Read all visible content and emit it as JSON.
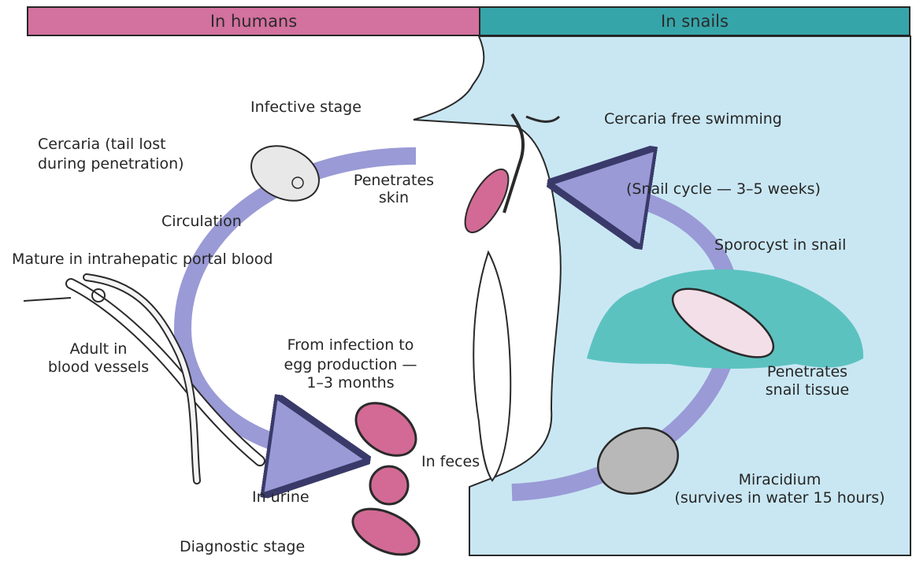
{
  "headers": {
    "humans": "In humans",
    "snails": "In snails"
  },
  "colors": {
    "humans_header": "#d3719f",
    "snails_header": "#36a5aa",
    "water": "#c9e7f3",
    "arrow": "#9a9ad6",
    "snail_body": "#5cc2c0",
    "egg_fill": "#d26a95"
  },
  "labels": {
    "infective_stage": "Infective stage",
    "cercaria_free": "Cercaria free swimming",
    "cercaria_tail_1": "Cercaria (tail lost",
    "cercaria_tail_2": "during penetration)",
    "penetrates_skin_1": "Penetrates",
    "penetrates_skin_2": "skin",
    "snail_cycle": "(Snail cycle — 3–5 weeks)",
    "circulation": "Circulation",
    "mature": "Mature in intrahepatic portal blood",
    "sporocyst": "Sporocyst in snail",
    "adult_1": "Adult in",
    "adult_2": "blood vessels",
    "infection_1": "From infection to",
    "infection_2": "egg production —",
    "infection_3": "1–3 months",
    "penetrates_snail_1": "Penetrates",
    "penetrates_snail_2": "snail tissue",
    "in_feces": "In feces",
    "in_urine": "In urine",
    "miracidium_1": "Miracidium",
    "miracidium_2": "(survives in water 15 hours)",
    "diagnostic": "Diagnostic stage"
  }
}
